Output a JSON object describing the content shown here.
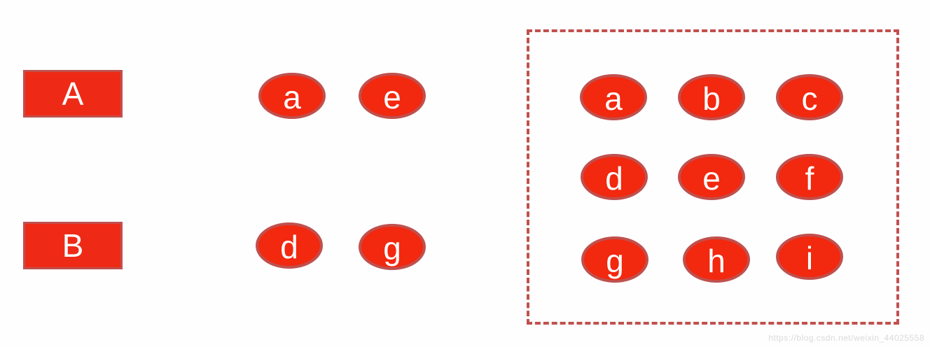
{
  "groups": [
    {
      "label": "A",
      "nodes": [
        "a",
        "e"
      ]
    },
    {
      "label": "B",
      "nodes": [
        "d",
        "g"
      ]
    }
  ],
  "pool": {
    "nodes": [
      "a",
      "b",
      "c",
      "d",
      "e",
      "f",
      "g",
      "h",
      "i"
    ]
  },
  "watermark": "https://blog.csdn.net/weixin_44025558",
  "colors": {
    "fill": "#ee2a17",
    "border": "#c0504d",
    "text": "#ffffff",
    "background": "#fefefe"
  }
}
